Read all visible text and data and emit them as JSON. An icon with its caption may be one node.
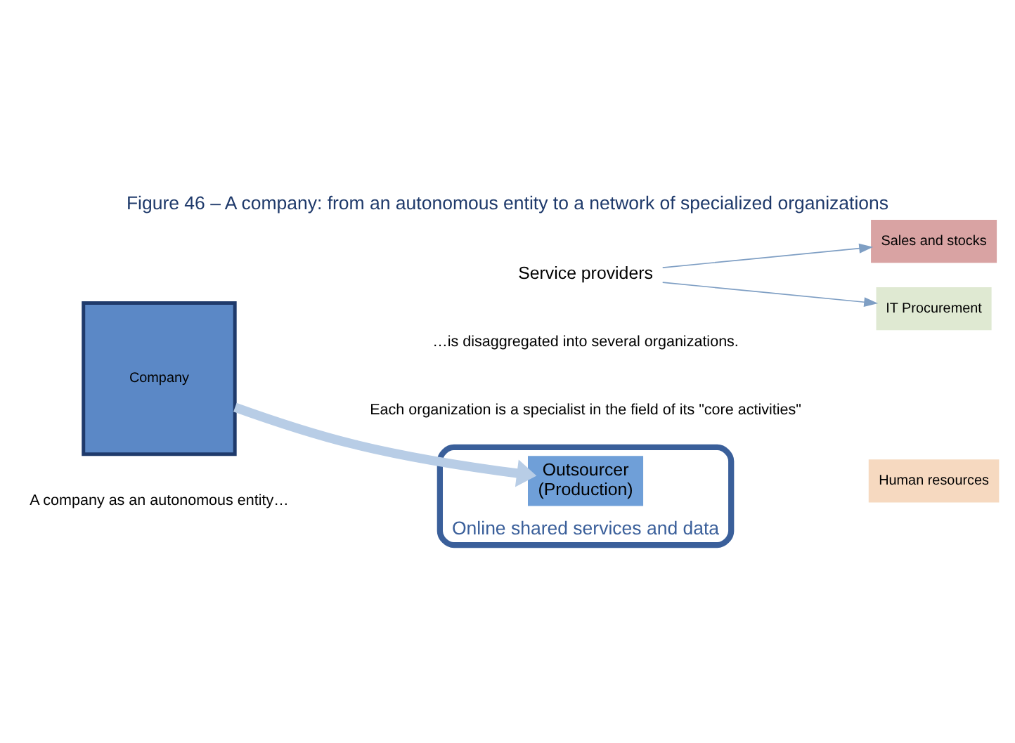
{
  "diagram": {
    "title": "Figure 46 – A company: from an autonomous entity to a network of specialized organizations",
    "nodes": [
      {
        "text": [
          "Company"
        ],
        "beside": [
          "A company as an autonomous entity…"
        ]
      },
      {
        "text": [
          "Service providers"
        ]
      },
      {
        "text": [
          "Sales and stocks"
        ]
      },
      {
        "text": [
          "IT Procurement"
        ]
      },
      {
        "text": [
          "Online shared services and data"
        ]
      },
      {
        "text": [
          "Outsourcer",
          "(Production)"
        ],
        "in": 4
      },
      {
        "text": [
          "Human resources"
        ]
      }
    ],
    "edges": [
      {
        "from": 0,
        "to": 5,
        "arrow": "to",
        "style": "thick",
        "color": "#b8cde6"
      },
      {
        "from": 1,
        "to": 2,
        "arrow": "to"
      },
      {
        "from": 1,
        "to": 3,
        "arrow": "to"
      }
    ],
    "labels": [
      "…is disaggregated into several organizations.",
      "Each organization is a specialist in the field of its \"core activities\""
    ]
  }
}
